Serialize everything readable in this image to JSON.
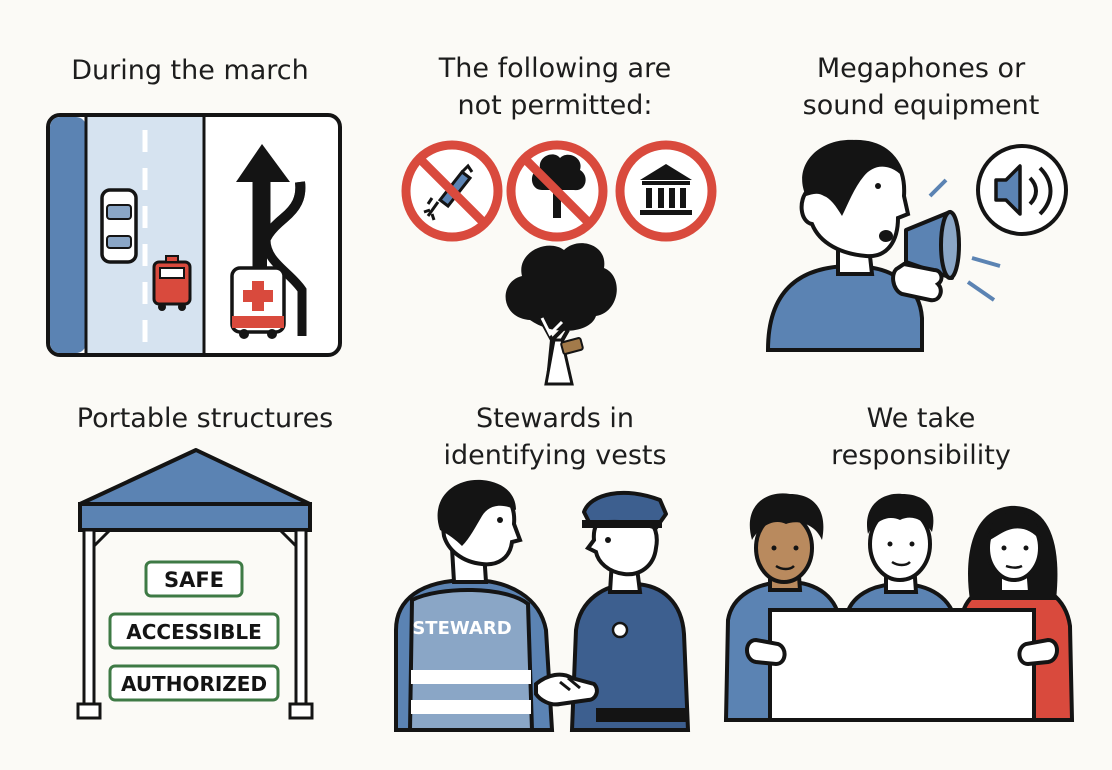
{
  "panels": {
    "march": {
      "title": "During the march"
    },
    "not_permitted": {
      "title_line1": "The following are",
      "title_line2": "not permitted:"
    },
    "megaphones": {
      "title_line1": "Megaphones or",
      "title_line2": "sound equipment"
    },
    "structures": {
      "title": "Portable structures",
      "signs": [
        "SAFE",
        "ACCESSIBLE",
        "AUTHORIZED"
      ]
    },
    "stewards": {
      "title_line1": "Stewards in",
      "title_line2": "identifying vests",
      "vest_label": "STEWARD"
    },
    "responsibility": {
      "title_line1": "We take",
      "title_line2": "responsibility"
    }
  },
  "colors": {
    "blue": "#5b83b3",
    "light_blue": "#d6e3f0",
    "red": "#d94a3d",
    "green": "#3e7a45",
    "outline": "#141414"
  },
  "icons": [
    "road-map-icon",
    "up-arrow-icon",
    "ambulance-icon",
    "no-firework-icon",
    "no-tree-icon",
    "no-building-icon",
    "tree-icon",
    "person-shouting-icon",
    "megaphone-icon",
    "speaker-icon",
    "canopy-tent-icon",
    "steward-icon",
    "police-officer-icon",
    "handshake-icon",
    "protesters-icon",
    "banner-icon"
  ]
}
